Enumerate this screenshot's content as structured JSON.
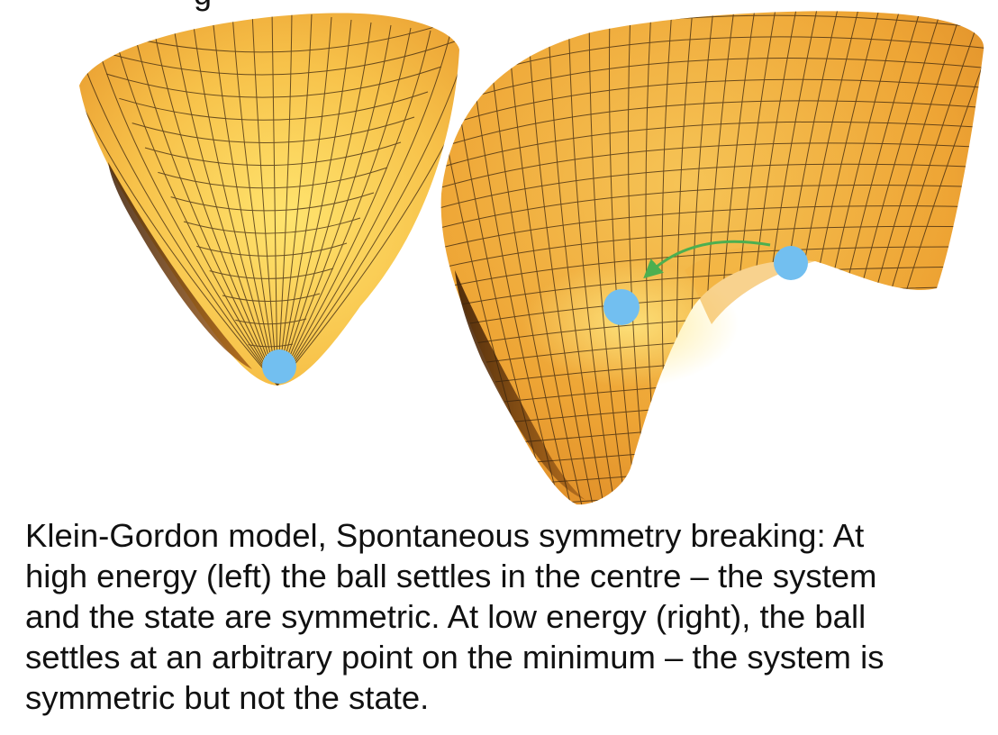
{
  "caption": {
    "lines": [
      "Klein-Gordon model, Spontaneous symmetry breaking: At",
      "high energy (left) the ball settles in the centre –  the system",
      "and the state are symmetric. At low energy (right), the ball",
      "settles at an arbitrary point on the minimum – the system is",
      "symmetric but not the state."
    ]
  },
  "colors": {
    "surface_light": "#ffe070",
    "surface_mid": "#f2aa35",
    "surface_dark": "#5a2c08",
    "mesh": "#3a240e",
    "ball": "#72bff0",
    "arrow": "#4caf50",
    "text": "#111111"
  }
}
